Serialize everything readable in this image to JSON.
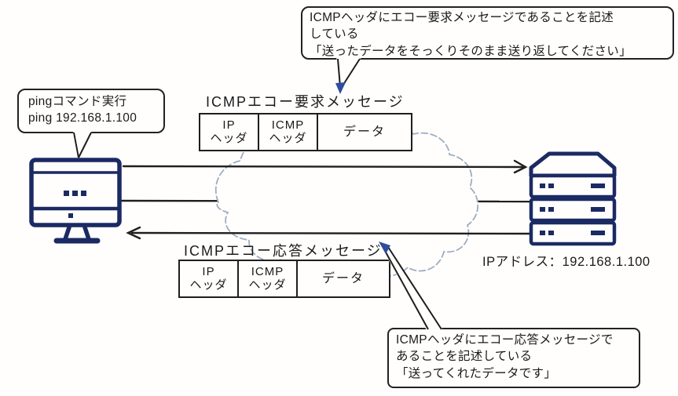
{
  "callouts": {
    "request_note": {
      "lines": [
        "ICMPヘッダにエコー要求メッセージであることを記述",
        "している",
        "「送ったデータをそっくりそのまま送り返してください」"
      ]
    },
    "ping_command": {
      "lines": [
        "pingコマンド実行",
        "ping 192.168.1.100"
      ]
    },
    "reply_note": {
      "lines": [
        "ICMPヘッダにエコー応答メッセージで",
        "あることを記述している",
        "「送ってくれたデータです」"
      ]
    }
  },
  "request_message": {
    "label": "ICMPエコー要求メッセージ",
    "packet": {
      "cells": [
        {
          "line1": "IP",
          "line2": "ヘッダ"
        },
        {
          "line1": "ICMP",
          "line2": "ヘッダ"
        },
        {
          "line1": "データ",
          "line2": ""
        }
      ]
    }
  },
  "reply_message": {
    "label": "ICMPエコー応答メッセージ",
    "packet": {
      "cells": [
        {
          "line1": "IP",
          "line2": "ヘッダ"
        },
        {
          "line1": "ICMP",
          "line2": "ヘッダ"
        },
        {
          "line1": "データ",
          "line2": ""
        }
      ]
    }
  },
  "server": {
    "ip_label": "IPアドレス：192.168.1.100"
  },
  "icons": {
    "computer": "desktop-computer-icon",
    "server": "server-rack-icon",
    "network": "network-cloud"
  },
  "colors": {
    "line": "#1e1e1e",
    "device_navy": "#1b2a63",
    "cloud_stroke": "#9fadbf",
    "pointer_blue": "#2f4d9e",
    "background": "#fffefd"
  }
}
